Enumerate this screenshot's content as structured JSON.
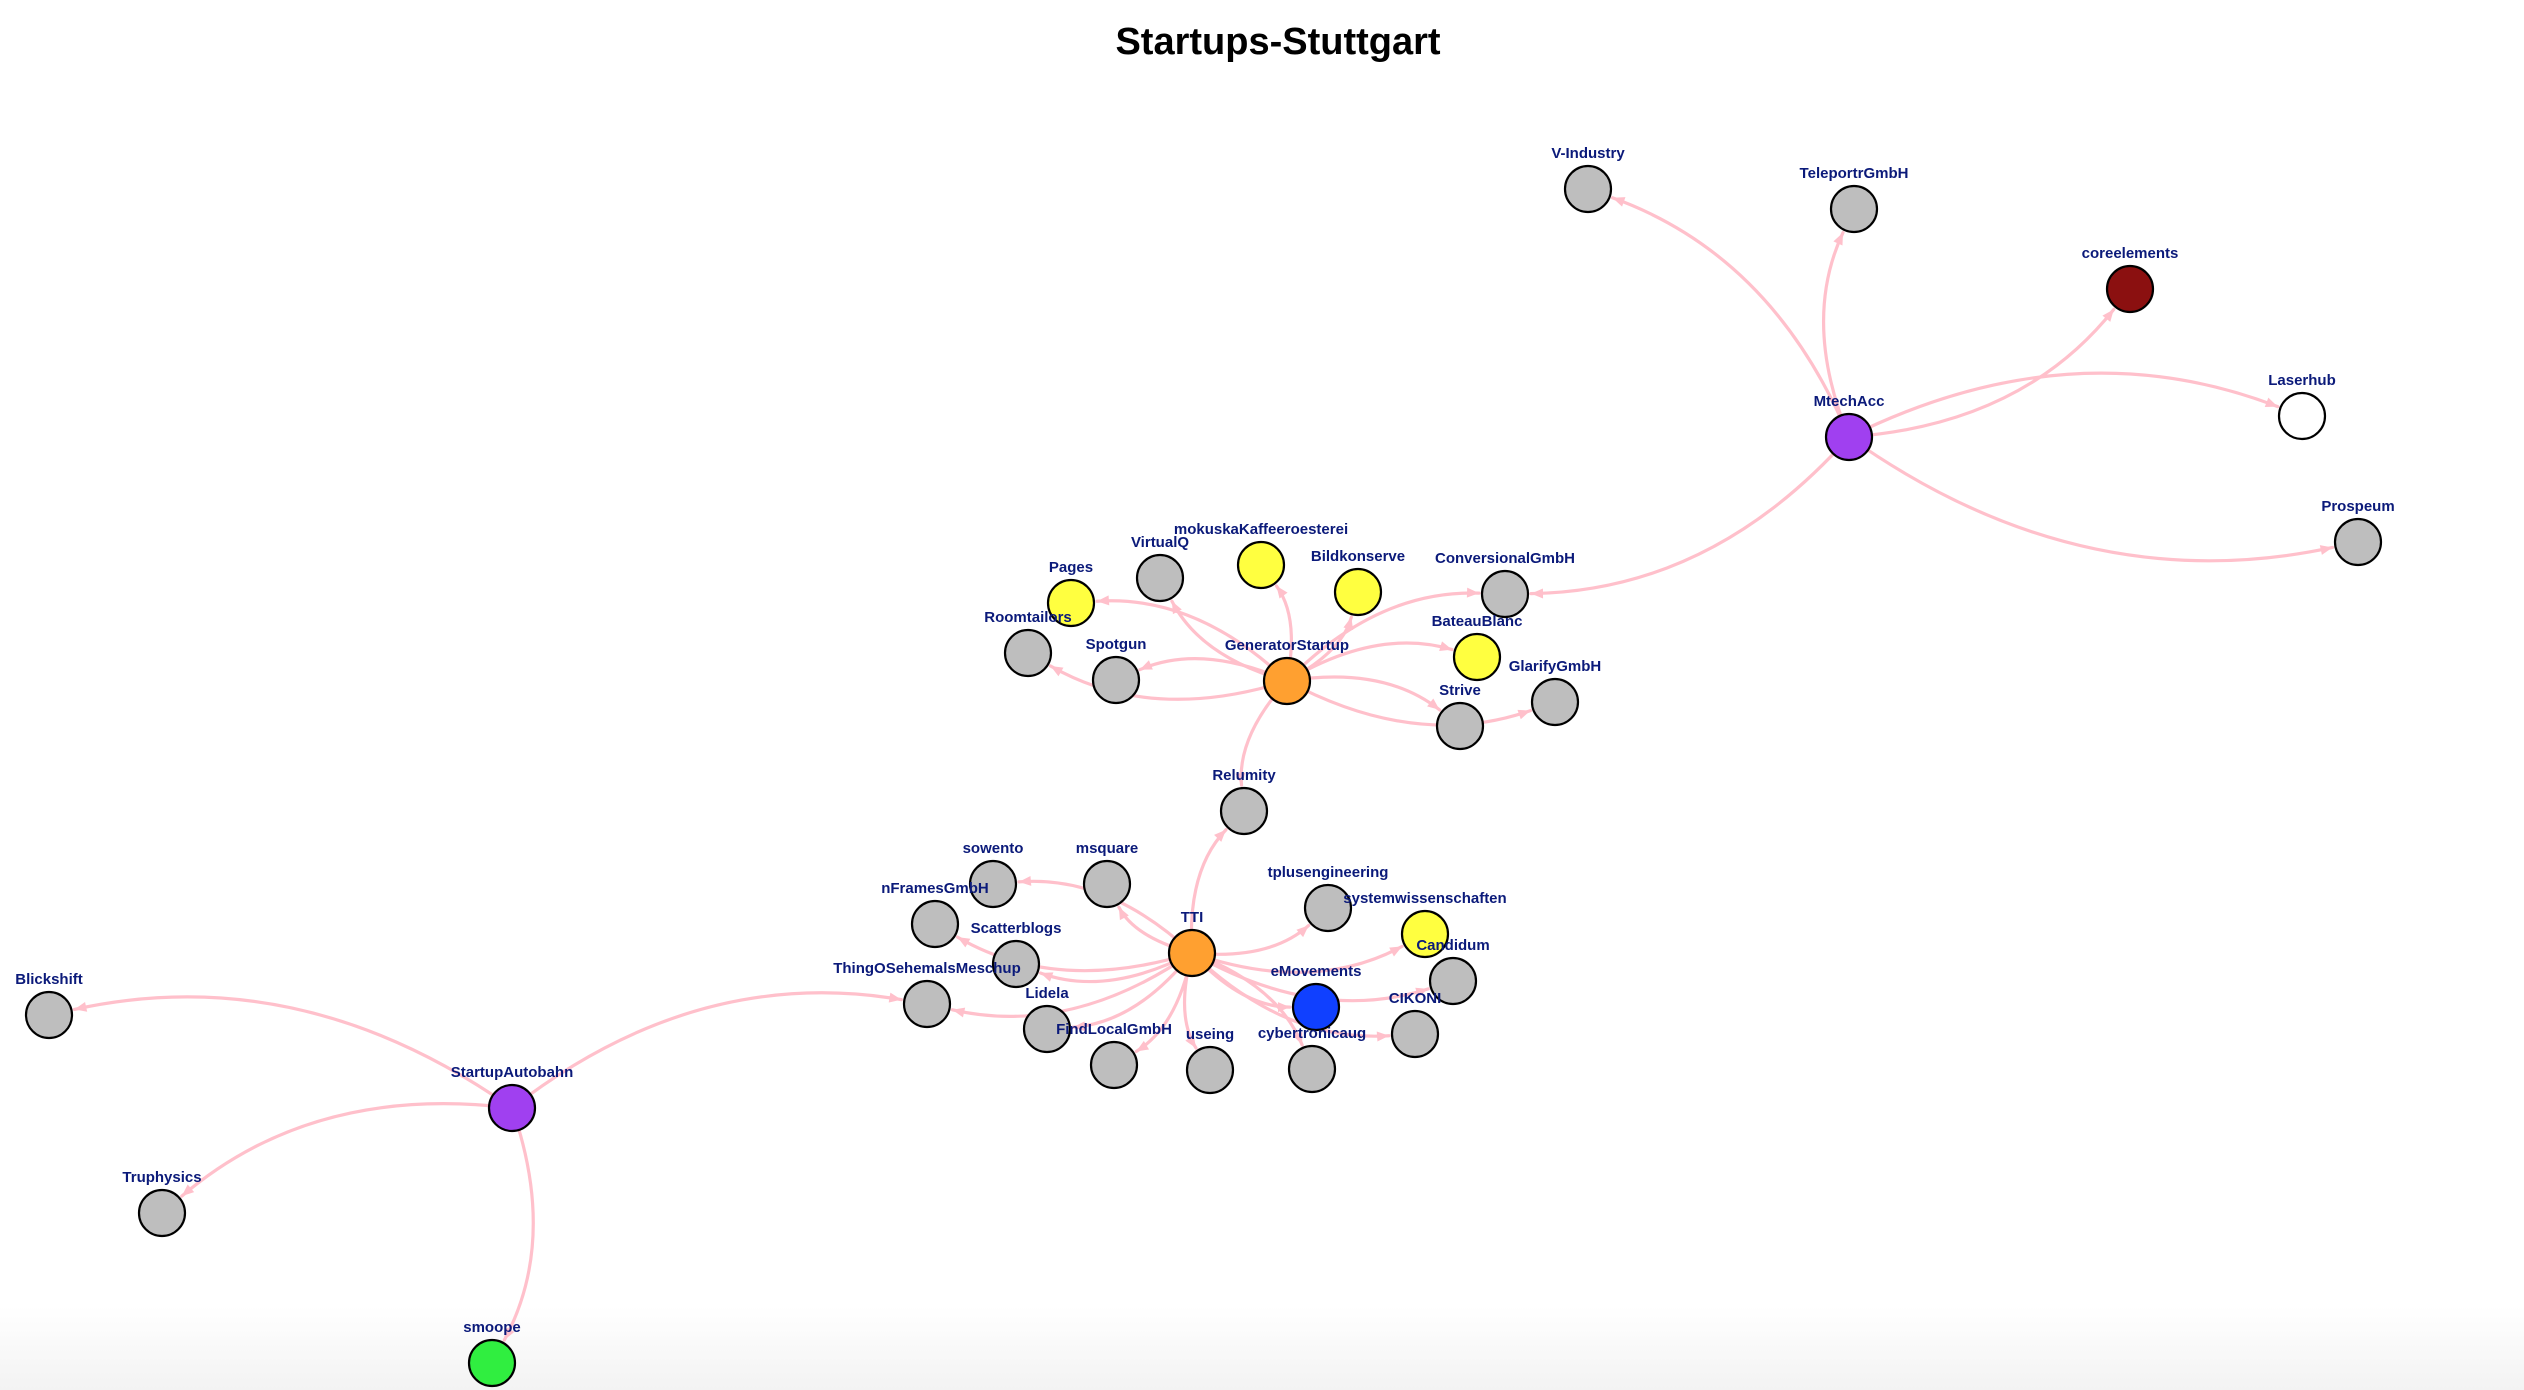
{
  "title": "Startups-Stuttgart",
  "colors": {
    "edge": "#ffc0cb",
    "label": "#0b1a7a",
    "default_node": "#bebebe",
    "hub_purple": "#a040f0",
    "hub_orange": "#ffa030",
    "yellow": "#ffff40",
    "blue": "#1040ff",
    "green": "#30ee40",
    "darkred": "#8b1010",
    "white": "#ffffff"
  },
  "nodes": [
    {
      "id": "V-Industry",
      "label": "V-Industry",
      "color": "default_node"
    },
    {
      "id": "TeleportrGmbH",
      "label": "TeleportrGmbH",
      "color": "default_node"
    },
    {
      "id": "coreelements",
      "label": "coreelements",
      "color": "darkred"
    },
    {
      "id": "MtechAcc",
      "label": "MtechAcc",
      "color": "hub_purple"
    },
    {
      "id": "Laserhub",
      "label": "Laserhub",
      "color": "white"
    },
    {
      "id": "Prospeum",
      "label": "Prospeum",
      "color": "default_node"
    },
    {
      "id": "mokuskaKaffeeroesterei",
      "label": "mokuskaKaffeeroesterei",
      "color": "yellow"
    },
    {
      "id": "VirtualQ",
      "label": "VirtualQ",
      "color": "default_node"
    },
    {
      "id": "Bildkonserve",
      "label": "Bildkonserve",
      "color": "yellow"
    },
    {
      "id": "ConversionalGmbH",
      "label": "ConversionalGmbH",
      "color": "default_node"
    },
    {
      "id": "Pages",
      "label": "Pages",
      "color": "yellow"
    },
    {
      "id": "Roomtailors",
      "label": "Roomtailors",
      "color": "default_node"
    },
    {
      "id": "Spotgun",
      "label": "Spotgun",
      "color": "default_node"
    },
    {
      "id": "GeneratorStartup",
      "label": "GeneratorStartup",
      "color": "hub_orange"
    },
    {
      "id": "BateauBlanc",
      "label": "BateauBlanc",
      "color": "yellow"
    },
    {
      "id": "GlarifyGmbH",
      "label": "GlarifyGmbH",
      "color": "default_node"
    },
    {
      "id": "Strive",
      "label": "Strive",
      "color": "default_node"
    },
    {
      "id": "Relumity",
      "label": "Relumity",
      "color": "default_node"
    },
    {
      "id": "sowento",
      "label": "sowento",
      "color": "default_node"
    },
    {
      "id": "msquare",
      "label": "msquare",
      "color": "default_node"
    },
    {
      "id": "tplusengineering",
      "label": "tplusengineering",
      "color": "default_node"
    },
    {
      "id": "nFramesGmbH",
      "label": "nFramesGmbH",
      "color": "default_node"
    },
    {
      "id": "systemwissenschaften",
      "label": "systemwissenschaften",
      "color": "yellow"
    },
    {
      "id": "Scatterblogs",
      "label": "Scatterblogs",
      "color": "default_node"
    },
    {
      "id": "TTI",
      "label": "TTI",
      "color": "hub_orange"
    },
    {
      "id": "Candidum",
      "label": "Candidum",
      "color": "default_node"
    },
    {
      "id": "ThingOSehemalsMeschup",
      "label": "ThingOSehemalsMeschup",
      "color": "default_node"
    },
    {
      "id": "eMovements",
      "label": "eMovements",
      "color": "blue"
    },
    {
      "id": "Lidela",
      "label": "Lidela",
      "color": "default_node"
    },
    {
      "id": "CIKONI",
      "label": "CIKONI",
      "color": "default_node"
    },
    {
      "id": "FindLocalGmbH",
      "label": "FindLocalGmbH",
      "color": "default_node"
    },
    {
      "id": "useing",
      "label": "useing",
      "color": "default_node"
    },
    {
      "id": "cybertronicaug",
      "label": "cybertronicaug",
      "color": "default_node"
    },
    {
      "id": "Blickshift",
      "label": "Blickshift",
      "color": "default_node"
    },
    {
      "id": "StartupAutobahn",
      "label": "StartupAutobahn",
      "color": "hub_purple"
    },
    {
      "id": "Truphysics",
      "label": "Truphysics",
      "color": "default_node"
    },
    {
      "id": "smoope",
      "label": "smoope",
      "color": "green"
    }
  ],
  "edges": [
    {
      "from": "MtechAcc",
      "to": "V-Industry"
    },
    {
      "from": "MtechAcc",
      "to": "TeleportrGmbH"
    },
    {
      "from": "MtechAcc",
      "to": "coreelements"
    },
    {
      "from": "MtechAcc",
      "to": "Laserhub"
    },
    {
      "from": "MtechAcc",
      "to": "Prospeum"
    },
    {
      "from": "MtechAcc",
      "to": "ConversionalGmbH"
    },
    {
      "from": "GeneratorStartup",
      "to": "mokuskaKaffeeroesterei"
    },
    {
      "from": "GeneratorStartup",
      "to": "VirtualQ"
    },
    {
      "from": "GeneratorStartup",
      "to": "Bildkonserve"
    },
    {
      "from": "GeneratorStartup",
      "to": "ConversionalGmbH"
    },
    {
      "from": "GeneratorStartup",
      "to": "Pages"
    },
    {
      "from": "GeneratorStartup",
      "to": "Roomtailors"
    },
    {
      "from": "GeneratorStartup",
      "to": "Spotgun"
    },
    {
      "from": "GeneratorStartup",
      "to": "BateauBlanc"
    },
    {
      "from": "GeneratorStartup",
      "to": "GlarifyGmbH"
    },
    {
      "from": "GeneratorStartup",
      "to": "Strive"
    },
    {
      "from": "GeneratorStartup",
      "to": "Relumity"
    },
    {
      "from": "TTI",
      "to": "Relumity"
    },
    {
      "from": "TTI",
      "to": "sowento"
    },
    {
      "from": "TTI",
      "to": "msquare"
    },
    {
      "from": "TTI",
      "to": "tplusengineering"
    },
    {
      "from": "TTI",
      "to": "nFramesGmbH"
    },
    {
      "from": "TTI",
      "to": "systemwissenschaften"
    },
    {
      "from": "TTI",
      "to": "Scatterblogs"
    },
    {
      "from": "TTI",
      "to": "Candidum"
    },
    {
      "from": "TTI",
      "to": "ThingOSehemalsMeschup"
    },
    {
      "from": "TTI",
      "to": "eMovements"
    },
    {
      "from": "TTI",
      "to": "Lidela"
    },
    {
      "from": "TTI",
      "to": "CIKONI"
    },
    {
      "from": "TTI",
      "to": "FindLocalGmbH"
    },
    {
      "from": "TTI",
      "to": "useing"
    },
    {
      "from": "TTI",
      "to": "cybertronicaug"
    },
    {
      "from": "StartupAutobahn",
      "to": "Blickshift"
    },
    {
      "from": "StartupAutobahn",
      "to": "ThingOSehemalsMeschup"
    },
    {
      "from": "StartupAutobahn",
      "to": "Truphysics"
    },
    {
      "from": "StartupAutobahn",
      "to": "smoope"
    }
  ]
}
